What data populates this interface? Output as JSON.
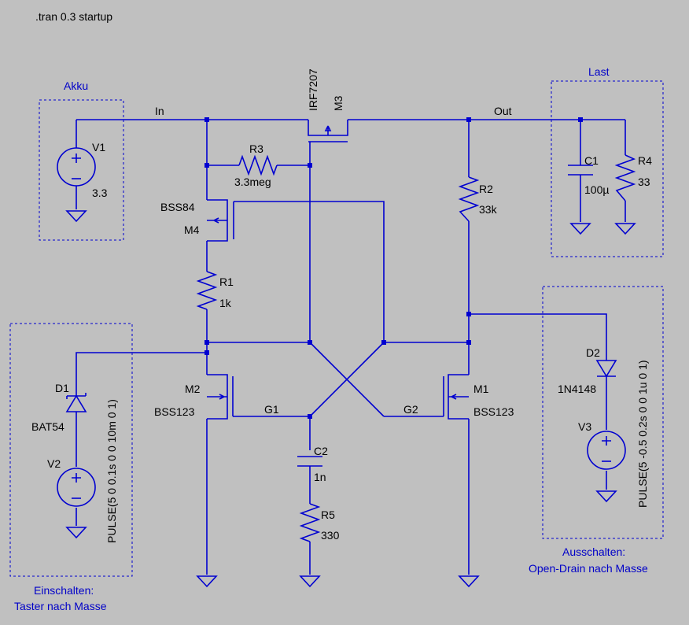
{
  "directive": ".tran 0.3 startup",
  "nets": {
    "in": "In",
    "out": "Out",
    "g1": "G1",
    "g2": "G2"
  },
  "groups": {
    "akku": "Akku",
    "last": "Last",
    "einschalten_line1": "Einschalten:",
    "einschalten_line2": "Taster nach Masse",
    "ausschalten_line1": "Ausschalten:",
    "ausschalten_line2": "Open-Drain nach Masse"
  },
  "components": {
    "v1": {
      "name": "V1",
      "value": "3.3"
    },
    "v2": {
      "name": "V2",
      "value": "PULSE(5 0 0.1s 0 0 10m 0 1)"
    },
    "v3": {
      "name": "V3",
      "value": "PULSE(5 -0.5 0.2s 0 0 1u 0 1)"
    },
    "r1": {
      "name": "R1",
      "value": "1k"
    },
    "r2": {
      "name": "R2",
      "value": "33k"
    },
    "r3": {
      "name": "R3",
      "value": "3.3meg"
    },
    "r4": {
      "name": "R4",
      "value": "33"
    },
    "r5": {
      "name": "R5",
      "value": "330"
    },
    "c1": {
      "name": "C1",
      "value": "100µ"
    },
    "c2": {
      "name": "C2",
      "value": "1n"
    },
    "d1": {
      "name": "D1",
      "value": "BAT54"
    },
    "d2": {
      "name": "D2",
      "value": "1N4148"
    },
    "m1": {
      "name": "M1",
      "value": "BSS123"
    },
    "m2": {
      "name": "M2",
      "value": "BSS123"
    },
    "m3": {
      "name": "M3",
      "value": "IRF7207"
    },
    "m4": {
      "name": "M4",
      "value": "BSS84"
    }
  }
}
